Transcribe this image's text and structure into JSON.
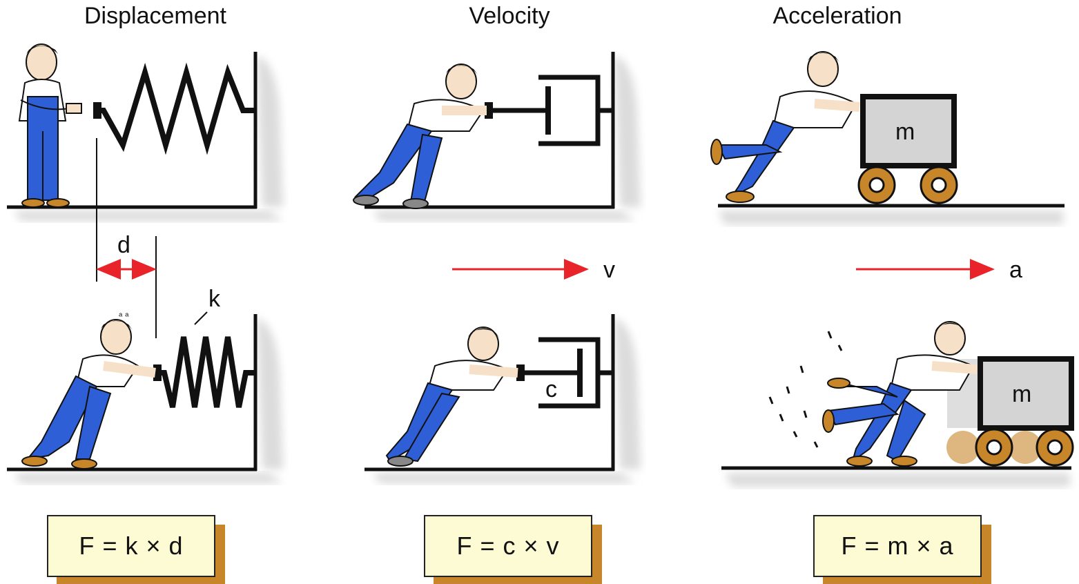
{
  "headings": {
    "displacement": "Displacement",
    "velocity": "Velocity",
    "acceleration": "Acceleration"
  },
  "labels": {
    "d": "d",
    "k": "k",
    "c": "c",
    "v": "v",
    "a": "a",
    "m_top": "m",
    "m_bottom": "m"
  },
  "formulas": {
    "spring": "F = k × d",
    "damper": "F = c × v",
    "mass": "F = m × a"
  },
  "colors": {
    "worker_overalls": "#2f5fd6",
    "worker_shirt": "#ffffff",
    "arrow": "#e8232a",
    "mass_block": "#d4d4d4",
    "wheel": "#c8862a",
    "formula_box": "#fdfbd4",
    "formula_shadow": "#c8862a",
    "ground_shadow": "#dcdcdc"
  },
  "icons": [
    "worker-standing-icon",
    "worker-pushing-icon",
    "spring-icon",
    "damper-icon",
    "cart-icon",
    "motion-arrow-icon"
  ]
}
